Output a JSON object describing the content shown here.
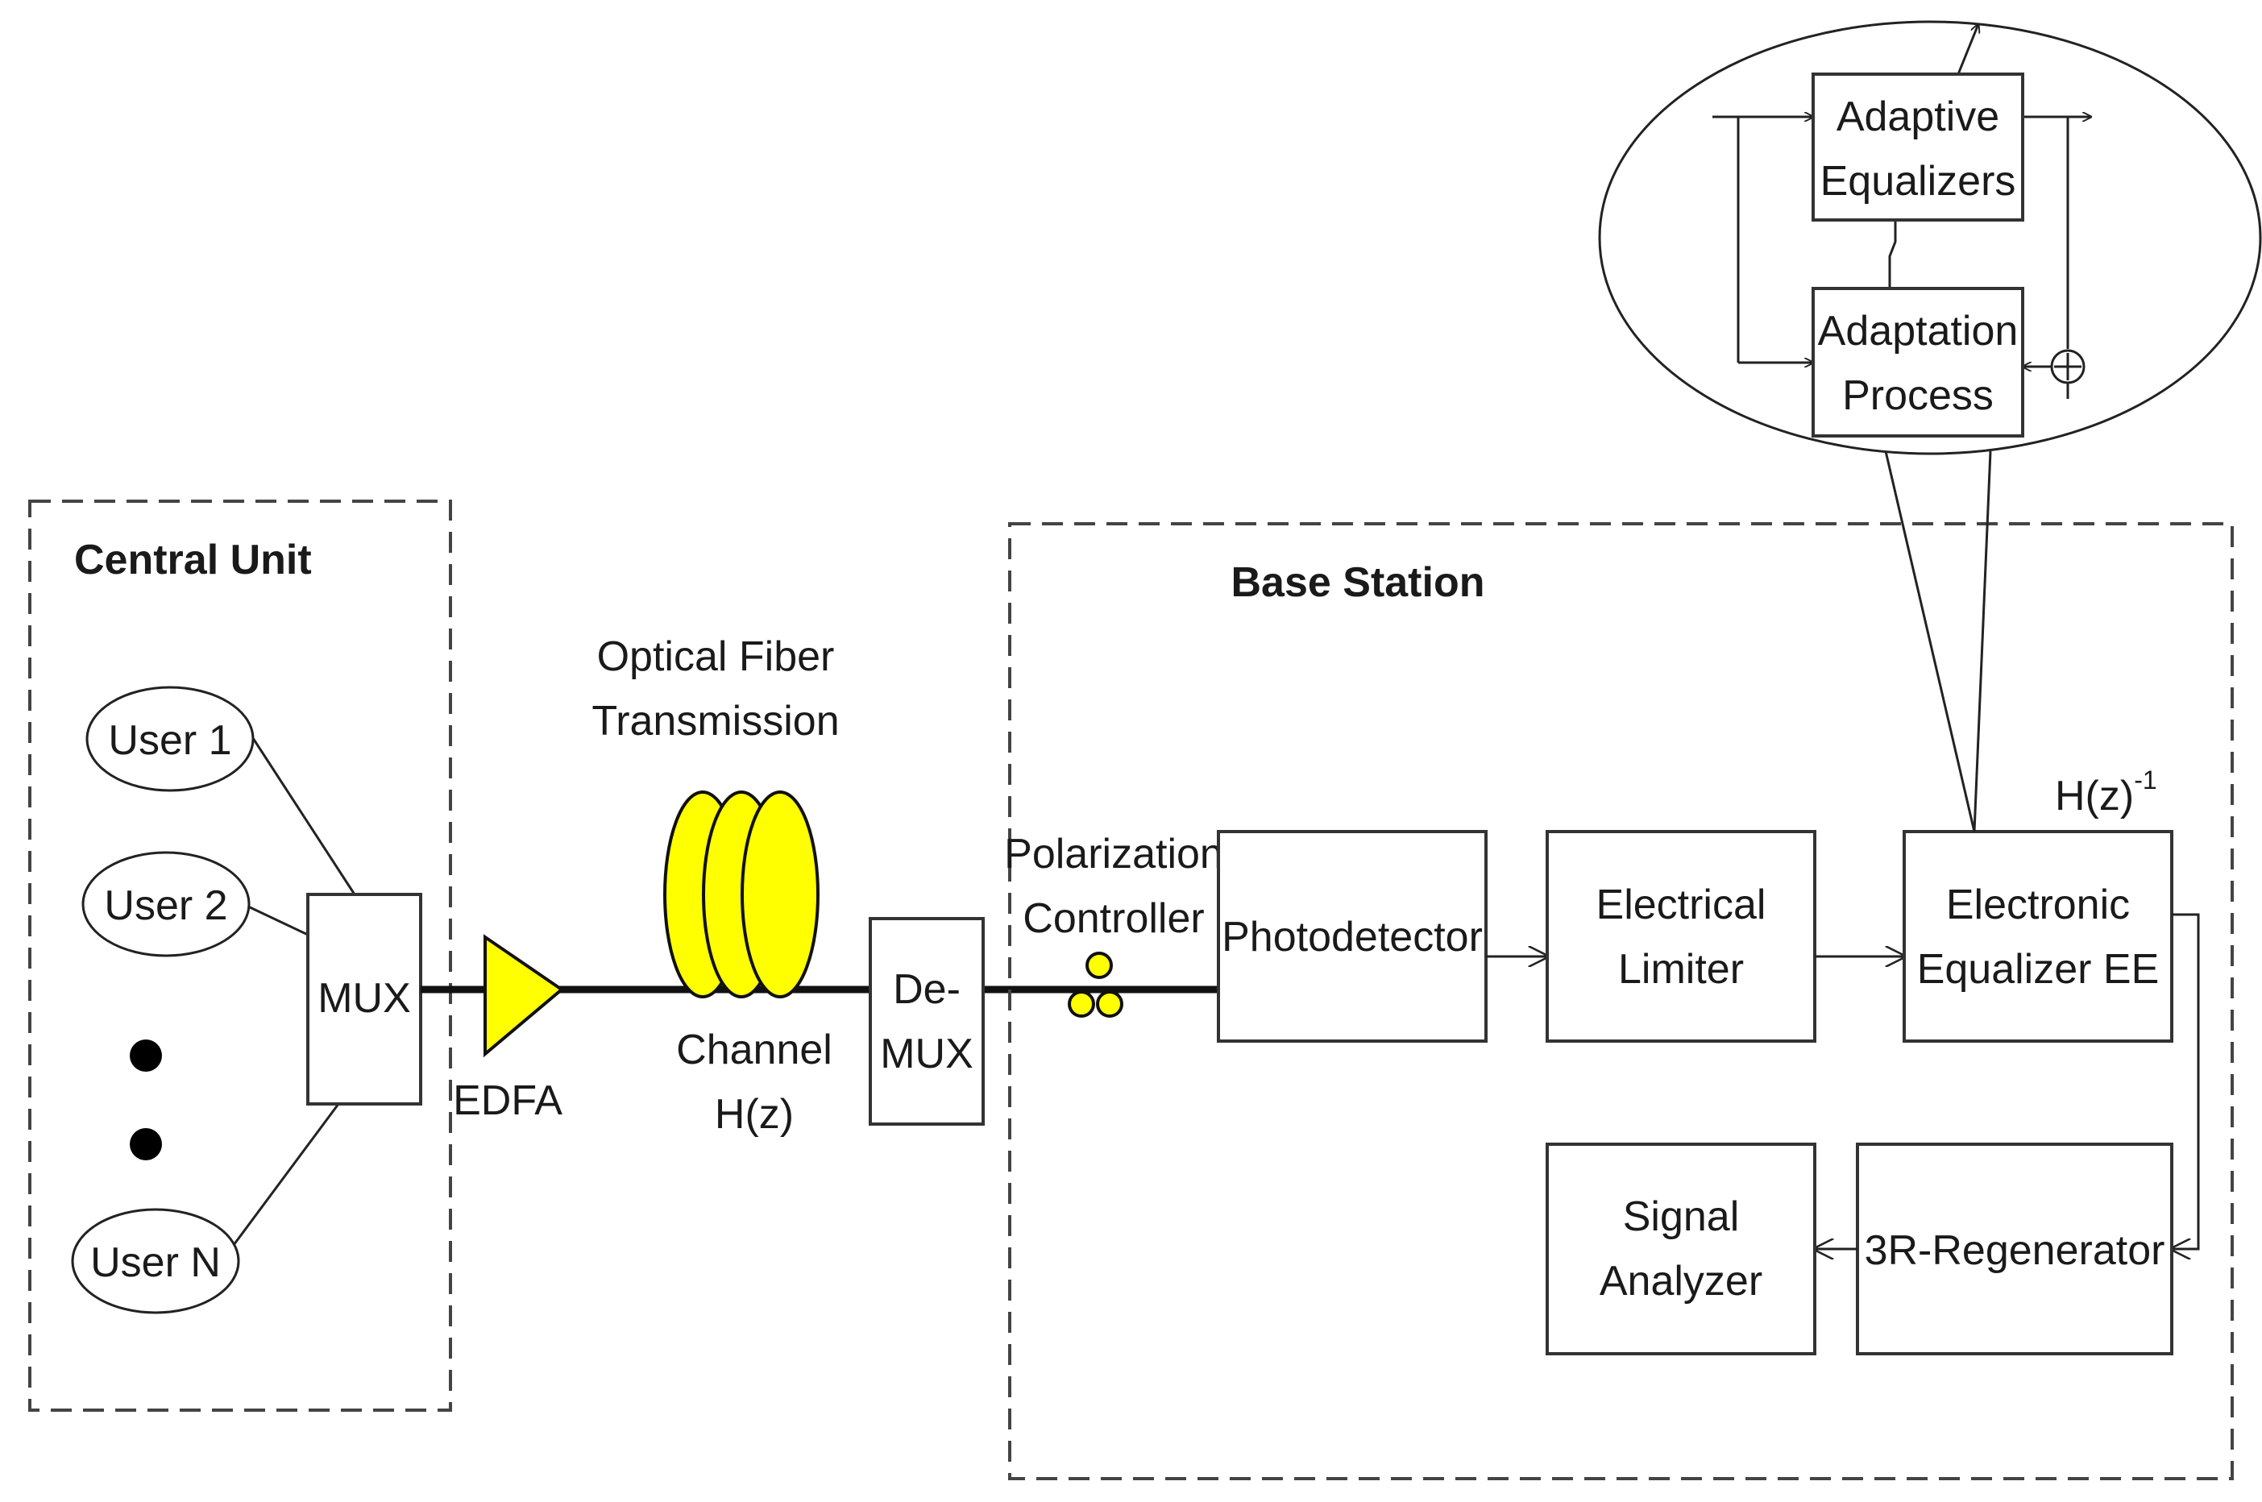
{
  "central_unit": {
    "title": "Central Unit",
    "users": [
      "User 1",
      "User 2",
      "User N"
    ],
    "mux_label": "MUX"
  },
  "edfa_label": "EDFA",
  "fiber": {
    "title_line1": "Optical Fiber",
    "title_line2": "Transmission",
    "channel_line1": "Channel",
    "channel_line2": "H(z)"
  },
  "demux": {
    "line1": "De-",
    "line2": "MUX"
  },
  "base_station": {
    "title": "Base Station",
    "polarization_line1": "Polarization",
    "polarization_line2": "Controller",
    "photodetector": "Photodetector",
    "limiter_line1": "Electrical",
    "limiter_line2": "Limiter",
    "equalizer_line1": "Electronic",
    "equalizer_line2": "Equalizer EE",
    "inverse_base": "H(z)",
    "inverse_exp": "-1",
    "regenerator": "3R-Regenerator",
    "analyzer_line1": "Signal",
    "analyzer_line2": "Analyzer"
  },
  "zoom": {
    "adaptive_line1": "Adaptive",
    "adaptive_line2": "Equalizers",
    "adaptation_line1": "Adaptation",
    "adaptation_line2": "Process"
  },
  "colors": {
    "component_fill": "#ffff00",
    "line": "#111111"
  }
}
